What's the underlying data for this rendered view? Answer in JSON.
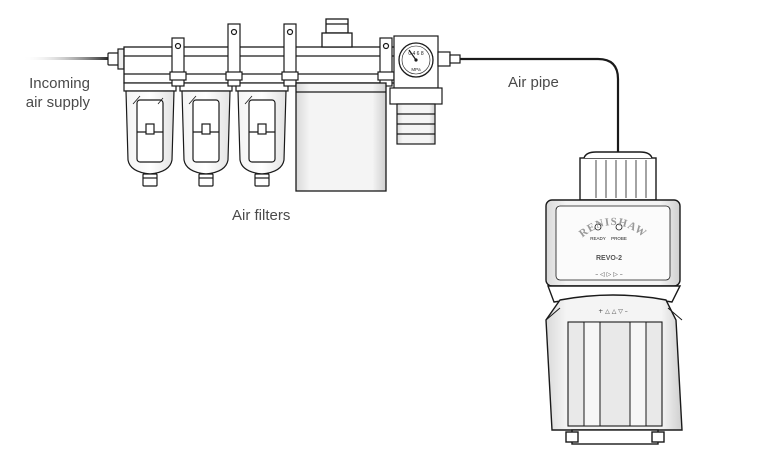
{
  "labels": {
    "incoming_line1": "Incoming",
    "incoming_line2": "air supply",
    "air_filters": "Air filters",
    "air_pipe": "Air pipe"
  },
  "gauge": {
    "scale_text": "0 4 6 8",
    "unit": "MPa"
  },
  "device": {
    "brand": "RENISHAW",
    "model": "REVO-2",
    "led_left": "READY",
    "led_right": "PROBE",
    "symbols_top": "– ◁ ▷ ▷ –",
    "symbols_bottom": "+ △ △ ▽ –"
  },
  "colors": {
    "line": "#1a1a1a",
    "body_fill": "#ffffff",
    "shade": "#e6e6e6",
    "dark_shade": "#bdbdbd",
    "label_text": "#4a4a4a"
  }
}
